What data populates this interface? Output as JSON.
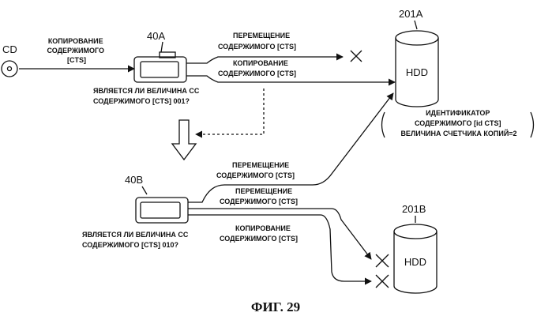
{
  "source": {
    "label": "CD"
  },
  "copy_to_card_label": [
    "КОПИРОВАНИЕ",
    "СОДЕРЖИМОГО",
    "[CTS]"
  ],
  "device_a": {
    "ref": "40A",
    "question": [
      "ЯВЛЯЕТСЯ ЛИ ВЕЛИЧИНА CC",
      "СОДЕРЖИМОГО [CTS] 001?"
    ]
  },
  "device_b": {
    "ref": "40B",
    "question": [
      "ЯВЛЯЕТСЯ ЛИ ВЕЛИЧИНА CC",
      "СОДЕРЖИМОГО [CTS] 010?"
    ]
  },
  "hdd_a": {
    "ref": "201A",
    "label": "HDD",
    "info": [
      "ИДЕНТИФИКАТОР",
      "СОДЕРЖИМОГО [id CTS]",
      "ВЕЛИЧИНА СЧЕТЧИКА КОПИЙ=2"
    ]
  },
  "hdd_b": {
    "ref": "201B",
    "label": "HDD"
  },
  "arrows_a": {
    "move": [
      "ПЕРЕМЕЩЕНИЕ",
      "СОДЕРЖИМОГО [CTS]"
    ],
    "copy": [
      "КОПИРОВАНИЕ",
      "СОДЕРЖИМОГО [CTS]"
    ]
  },
  "arrows_b": {
    "move_up": [
      "ПЕРЕМЕЩЕНИЕ",
      "СОДЕРЖИМОГО [CTS]"
    ],
    "move_down": [
      "ПЕРЕМЕЩЕНИЕ",
      "СОДЕРЖИМОГО [CTS]"
    ],
    "copy_down": [
      "КОПИРОВАНИЕ",
      "СОДЕРЖИМОГО [CTS]"
    ]
  },
  "caption": "ФИГ. 29"
}
